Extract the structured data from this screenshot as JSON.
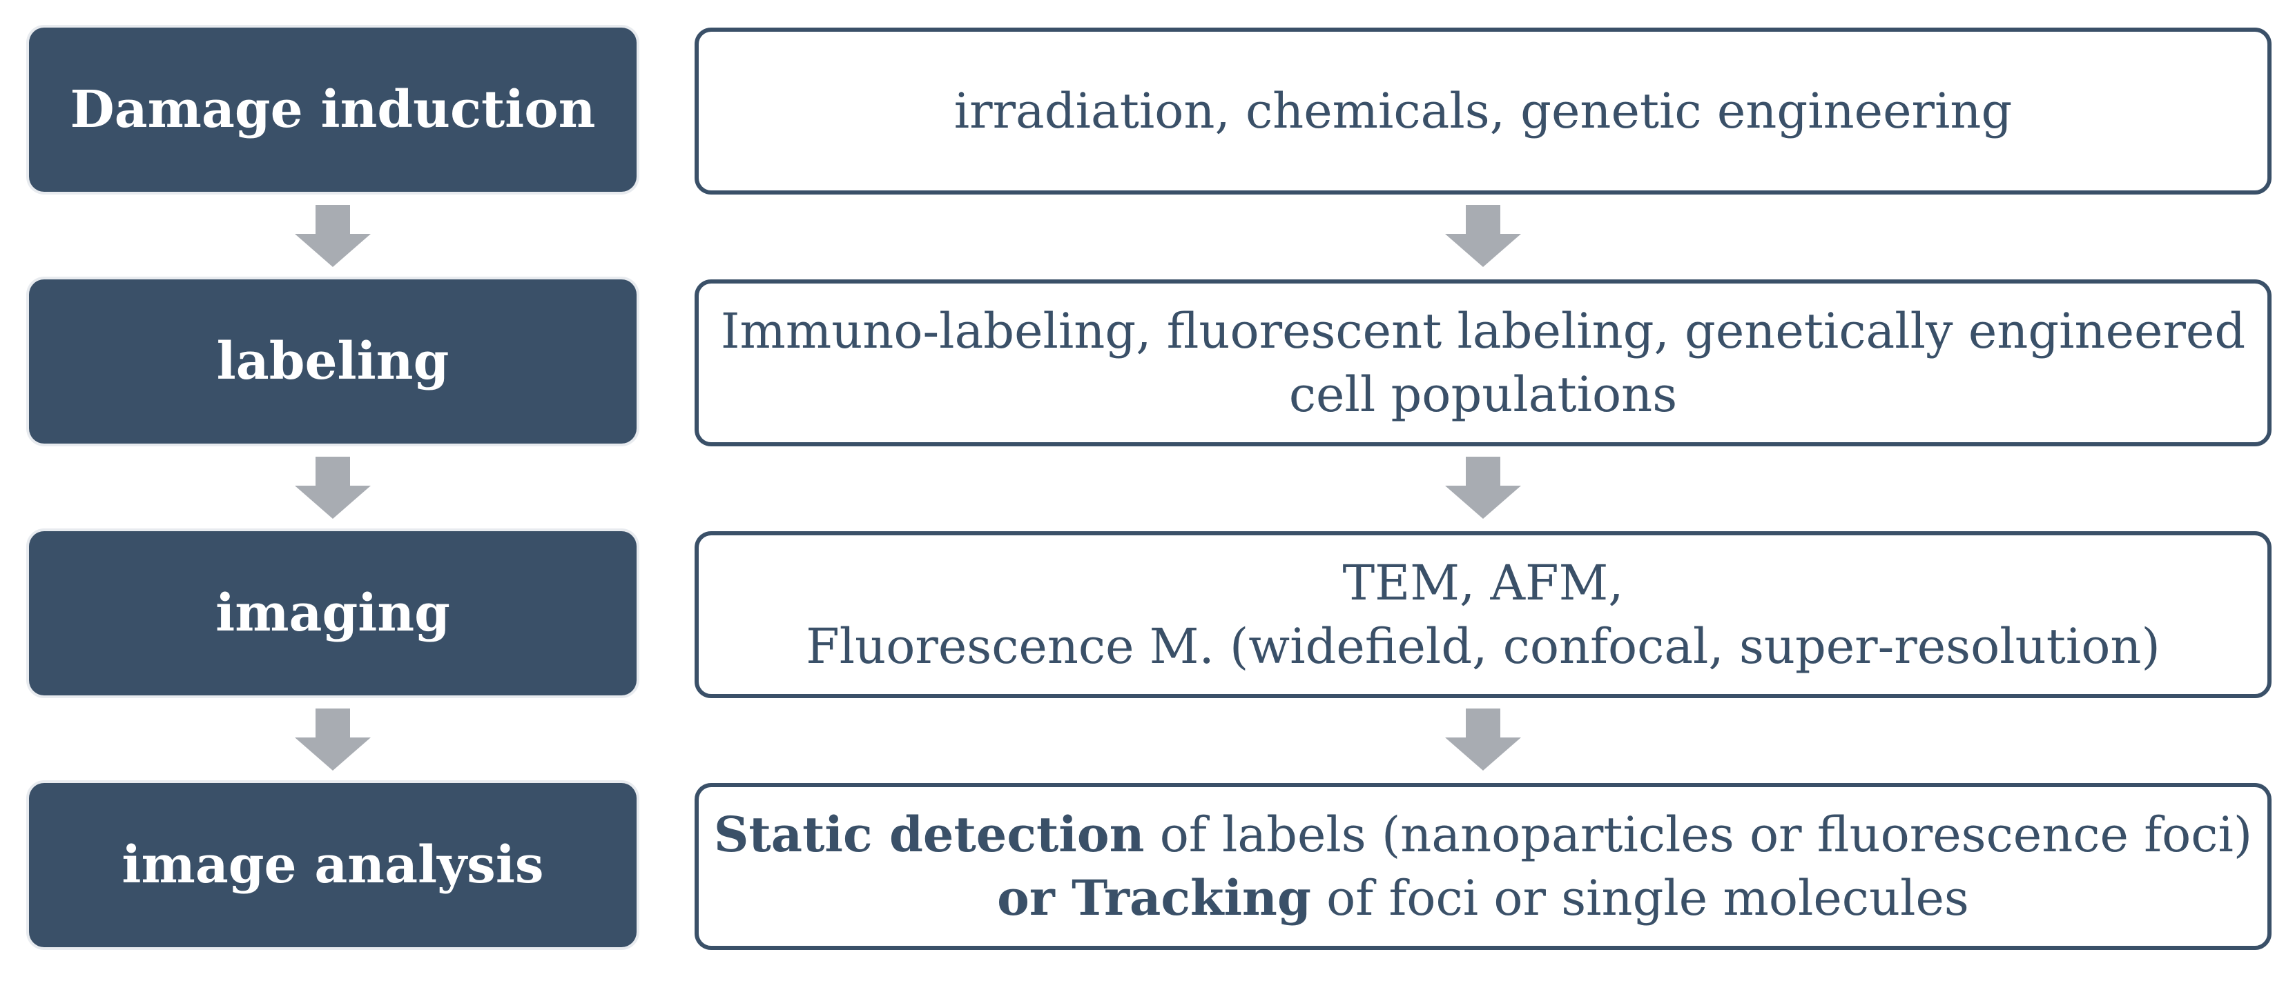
{
  "steps": [
    {
      "stage": "Damage induction",
      "detail_lines": [
        [
          {
            "text": "irradiation, chemicals, genetic engineering",
            "bold": false
          }
        ]
      ]
    },
    {
      "stage": "labeling",
      "detail_lines": [
        [
          {
            "text": "Immuno-labeling, fluorescent labeling, genetically engineered",
            "bold": false
          }
        ],
        [
          {
            "text": "cell populations",
            "bold": false
          }
        ]
      ]
    },
    {
      "stage": "imaging",
      "detail_lines": [
        [
          {
            "text": "TEM, AFM,",
            "bold": false
          }
        ],
        [
          {
            "text": "Fluorescence M. (widefield, confocal, super-resolution)",
            "bold": false
          }
        ]
      ]
    },
    {
      "stage": "image analysis",
      "detail_lines": [
        [
          {
            "text": "Static detection",
            "bold": true
          },
          {
            "text": " of labels (nanoparticles or fluorescence foci)",
            "bold": false
          }
        ],
        [
          {
            "text": "or Tracking",
            "bold": true
          },
          {
            "text": " of foci or single molecules",
            "bold": false
          }
        ]
      ]
    }
  ],
  "colors": {
    "stage_fill": "#3a5068",
    "detail_border": "#3a5068",
    "detail_text": "#3a5068",
    "arrow": "#a8acb2"
  }
}
